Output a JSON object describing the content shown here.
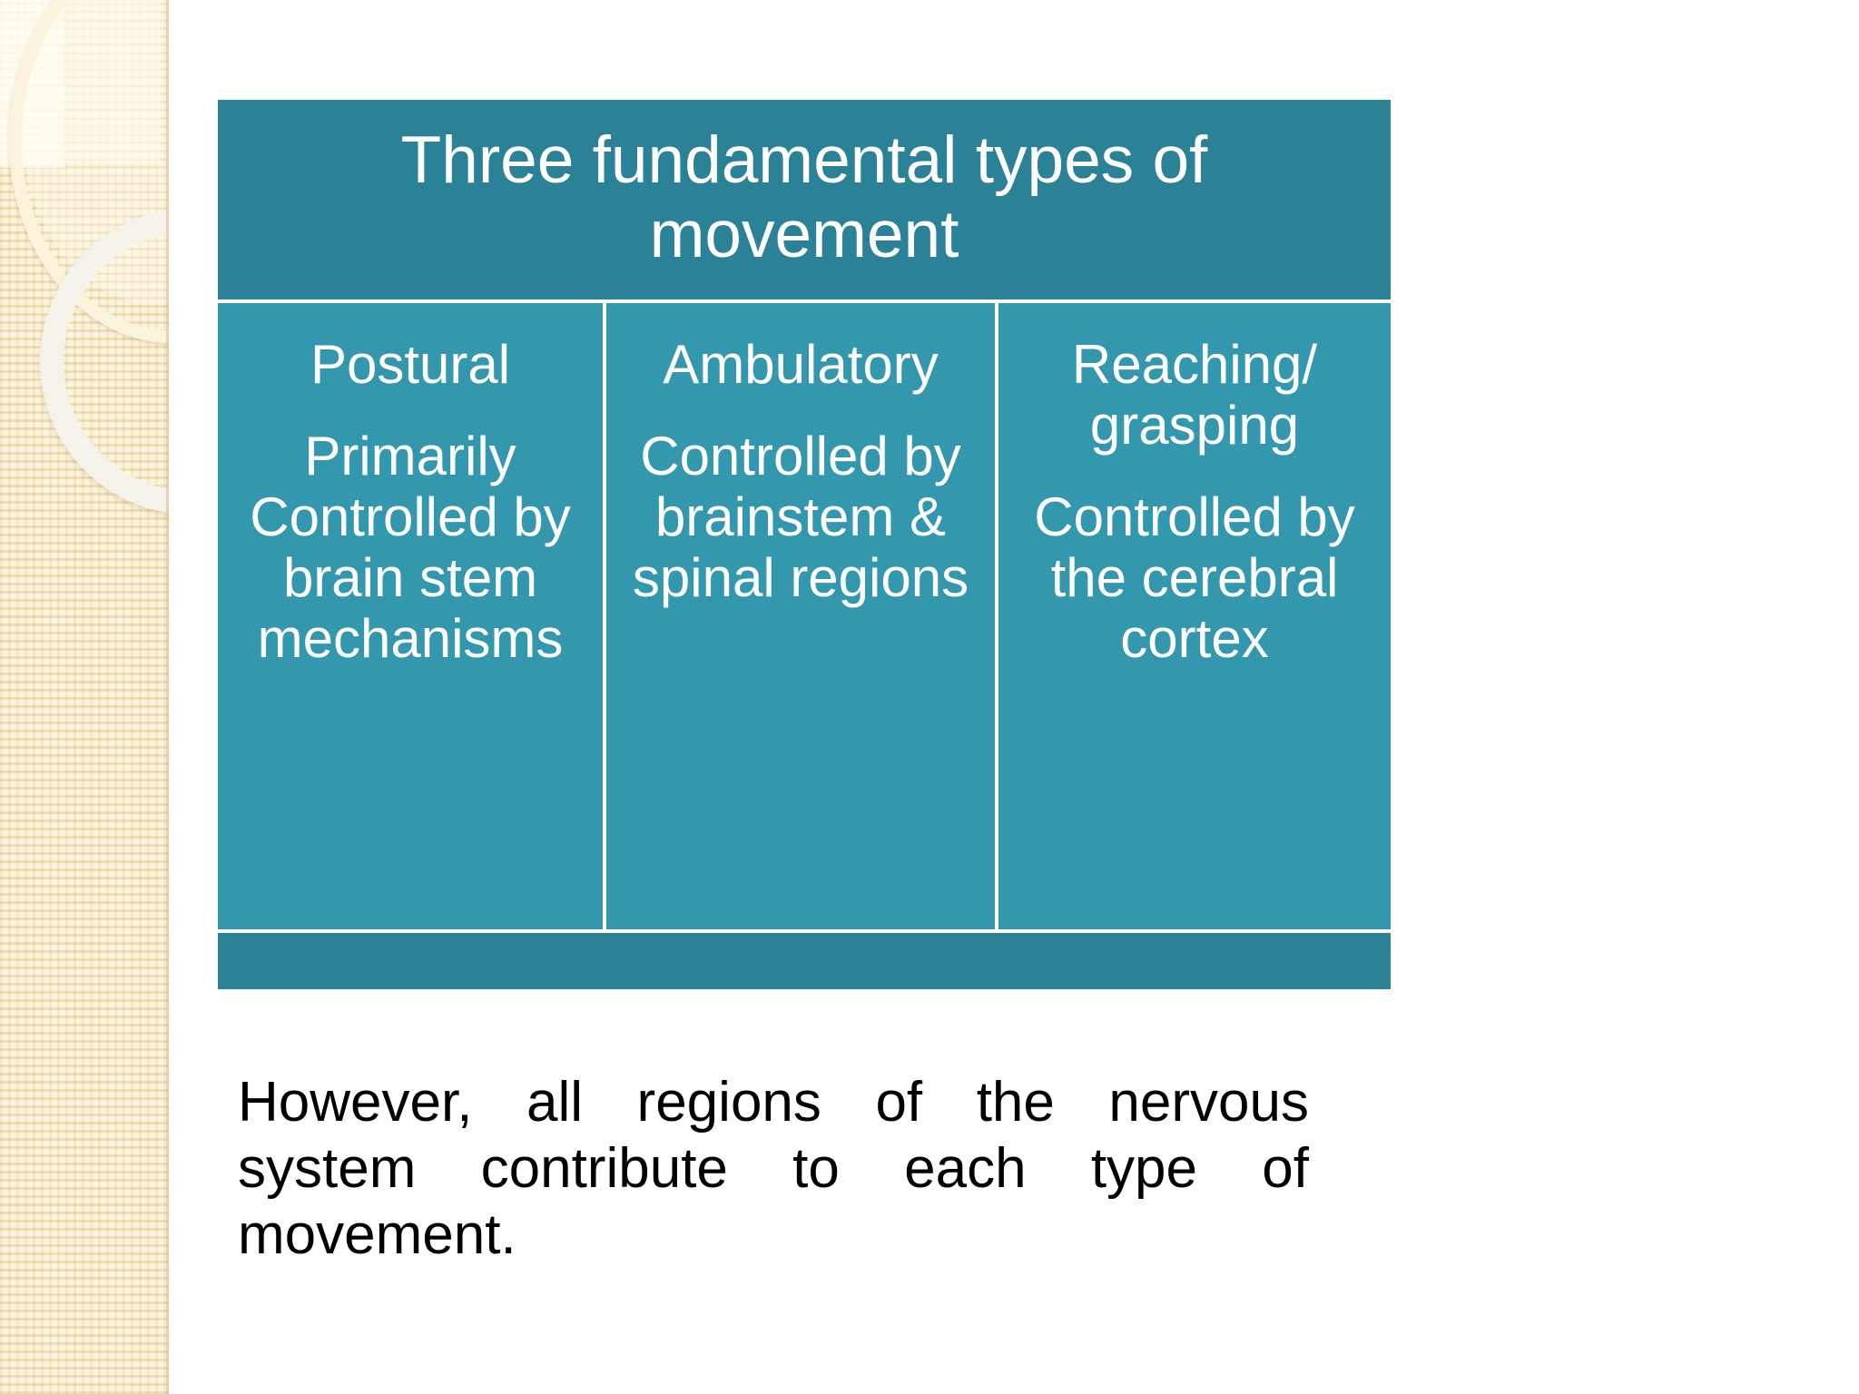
{
  "slide": {
    "background_color": "#ffffff",
    "sidebar": {
      "base_color": "#f6e9c8",
      "ring_color": "#fbf3dc",
      "ring_secondary_color": "#f4f3ec",
      "decoration": "two-overlapping-rings"
    },
    "table": {
      "header_color": "#2b8196",
      "cell_color": "#3398ae",
      "text_color": "#ffffff",
      "title": "Three fundamental types of movement",
      "columns": [
        {
          "name": "Postural",
          "description": "Primarily Controlled by brain stem mechanisms"
        },
        {
          "name": "Ambulatory",
          "description": "Controlled by brainstem & spinal regions"
        },
        {
          "name": "Reaching/ grasping",
          "description": "Controlled by the cerebral cortex"
        }
      ]
    },
    "note": "However, all regions of the nervous system contribute to each type of movement."
  }
}
